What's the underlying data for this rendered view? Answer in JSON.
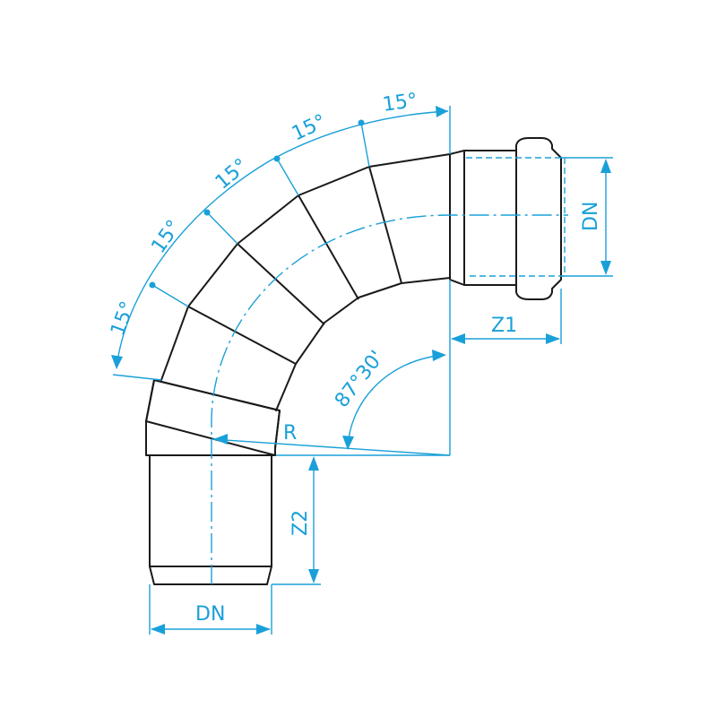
{
  "labels": {
    "segment_angle": "15°",
    "dn_right": "DN",
    "dn_bottom": "DN",
    "z1": "Z1",
    "z2": "Z2",
    "radius": "R",
    "bend_angle": "87°30'"
  },
  "colors": {
    "outline": "#1a1a1a",
    "dimension": "#1aa0d8",
    "background": "#ffffff"
  }
}
